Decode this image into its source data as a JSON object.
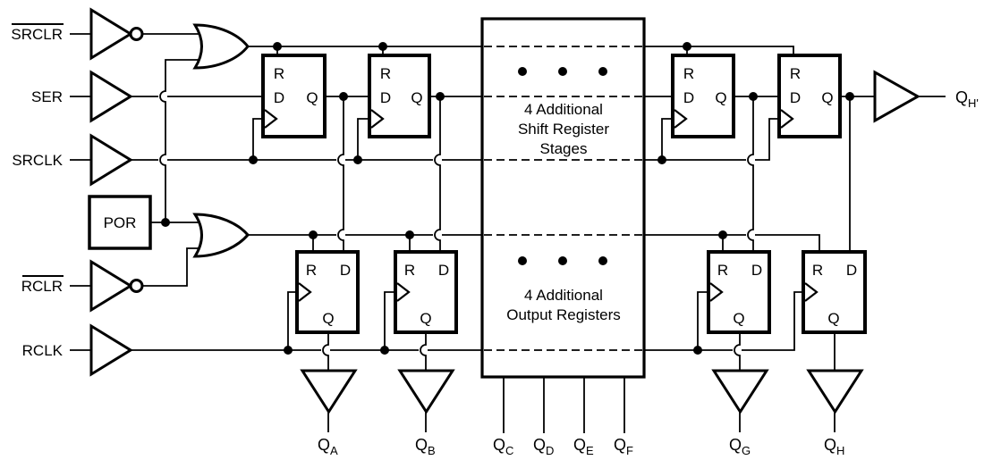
{
  "signals": {
    "srclr": {
      "label": "SRCLR",
      "overline": true
    },
    "ser": {
      "label": "SER"
    },
    "srclk": {
      "label": "SRCLK"
    },
    "por": {
      "label": "POR"
    },
    "rclr": {
      "label": "RCLR",
      "overline": true
    },
    "rclk": {
      "label": "RCLK"
    }
  },
  "flipflop": {
    "reset": "R",
    "data": "D",
    "output": "Q"
  },
  "middle_box": {
    "shift_stages": [
      "4 Additional",
      "Shift Register",
      "Stages"
    ],
    "output_registers": [
      "4 Additional",
      "Output Registers"
    ]
  },
  "outputs": {
    "qa": {
      "main": "Q",
      "sub": "A"
    },
    "qb": {
      "main": "Q",
      "sub": "B"
    },
    "qc": {
      "main": "Q",
      "sub": "C"
    },
    "qd": {
      "main": "Q",
      "sub": "D"
    },
    "qe": {
      "main": "Q",
      "sub": "E"
    },
    "qf": {
      "main": "Q",
      "sub": "F"
    },
    "qg": {
      "main": "Q",
      "sub": "G"
    },
    "qh": {
      "main": "Q",
      "sub": "H"
    },
    "serial_out": {
      "main": "Q",
      "sub": "H'"
    }
  },
  "colors": {
    "line": "#000000",
    "background": "#ffffff"
  }
}
